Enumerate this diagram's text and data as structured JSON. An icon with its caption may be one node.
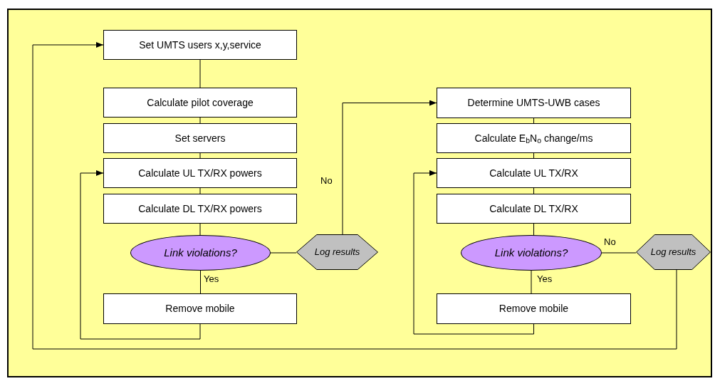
{
  "diagram": {
    "nodes": [
      {
        "text": [
          "Set UMTS users x,y,service"
        ]
      },
      {
        "text": [
          "Calculate pilot coverage"
        ]
      },
      {
        "text": [
          "Set servers"
        ]
      },
      {
        "text": [
          "Calculate UL TX/RX powers"
        ]
      },
      {
        "text": [
          "Calculate DL TX/RX powers"
        ]
      },
      {
        "text": [
          "Link violations?"
        ]
      },
      {
        "text": [
          "Remove mobile"
        ]
      },
      {
        "text": [
          "Log results"
        ]
      },
      {
        "text": [
          "Determine UMTS-UWB cases"
        ]
      },
      {
        "text": [
          "Calculate E$_{b}$N$_{o}$ change/ms"
        ]
      },
      {
        "text": [
          "Calculate UL TX/RX"
        ]
      },
      {
        "text": [
          "Calculate DL TX/RX"
        ]
      },
      {
        "text": [
          "Link violations?"
        ]
      },
      {
        "text": [
          "Remove mobile"
        ]
      },
      {
        "text": [
          "Log results"
        ]
      }
    ],
    "edges": [
      {
        "from": 0,
        "to": 1,
        "arrow": "none"
      },
      {
        "from": 1,
        "to": 2,
        "arrow": "none"
      },
      {
        "from": 2,
        "to": 3,
        "arrow": "none"
      },
      {
        "from": 3,
        "to": 4,
        "arrow": "none"
      },
      {
        "from": 4,
        "to": 5,
        "arrow": "none"
      },
      {
        "from": 5,
        "to": 6,
        "arrow": "none",
        "label": "Yes"
      },
      {
        "from": 6,
        "to": 3,
        "arrow": "to"
      },
      {
        "from": 5,
        "to": 7,
        "arrow": "none"
      },
      {
        "from": 7,
        "to": 8,
        "arrow": "to",
        "label": "No"
      },
      {
        "from": 8,
        "to": 9,
        "arrow": "none"
      },
      {
        "from": 9,
        "to": 10,
        "arrow": "none"
      },
      {
        "from": 10,
        "to": 11,
        "arrow": "none"
      },
      {
        "from": 11,
        "to": 12,
        "arrow": "none"
      },
      {
        "from": 12,
        "to": 13,
        "arrow": "none",
        "label": "Yes"
      },
      {
        "from": 13,
        "to": 10,
        "arrow": "to"
      },
      {
        "from": 12,
        "to": 14,
        "arrow": "none",
        "label": "No"
      },
      {
        "from": 14,
        "to": 0,
        "arrow": "to"
      }
    ]
  }
}
